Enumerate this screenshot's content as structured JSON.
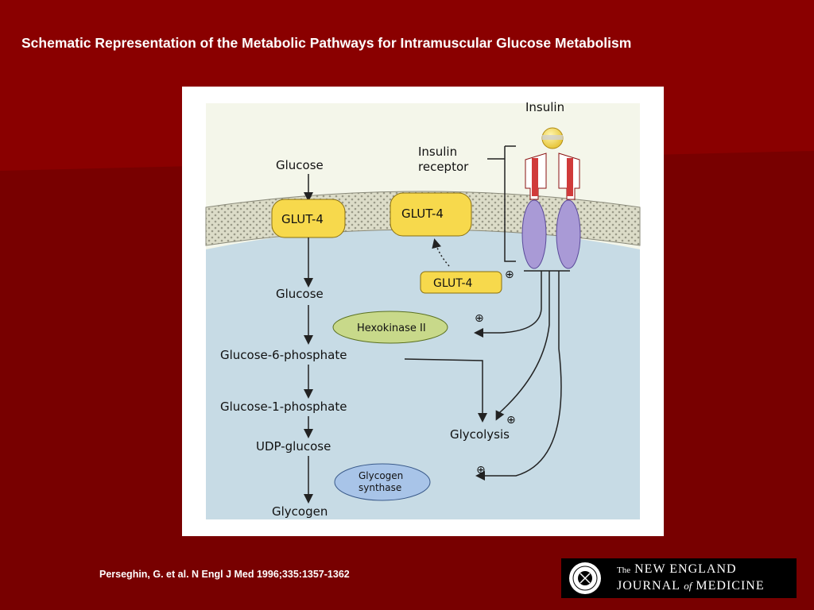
{
  "slide": {
    "title": "Schematic Representation of the Metabolic Pathways for Intramuscular Glucose Metabolism",
    "citation": "Perseghin, G. et al. N Engl J Med 1996;335:1357-1362"
  },
  "diagram": {
    "insulin": "Insulin",
    "insulin_receptor_line1": "Insulin",
    "insulin_receptor_line2": "receptor",
    "glucose_outside": "Glucose",
    "glut4_membrane_left": "GLUT-4",
    "glut4_membrane_right": "GLUT-4",
    "glut4_vesicle": "GLUT-4",
    "glucose_inside": "Glucose",
    "hexokinase": "Hexokinase II",
    "glucose_6_phosphate": "Glucose-6-phosphate",
    "glucose_1_phosphate": "Glucose-1-phosphate",
    "udp_glucose": "UDP-glucose",
    "glycogen": "Glycogen",
    "glycolysis": "Glycolysis",
    "glycogen_synthase_line1": "Glycogen",
    "glycogen_synthase_line2": "synthase",
    "plus_sign": "⊕"
  },
  "journal": {
    "line1_prefix": "The",
    "line1_main": "NEW ENGLAND",
    "line2_a": "JOURNAL",
    "line2_of": "of",
    "line2_b": "MEDICINE"
  },
  "colors": {
    "background": "#7a0000",
    "glut4_fill": "#f7d94c",
    "hexokinase_fill": "#c8d98a",
    "glycogen_synthase_fill": "#a8c4e8",
    "receptor_fill": "#a99ad6",
    "receptor_red": "#d03a3a"
  }
}
